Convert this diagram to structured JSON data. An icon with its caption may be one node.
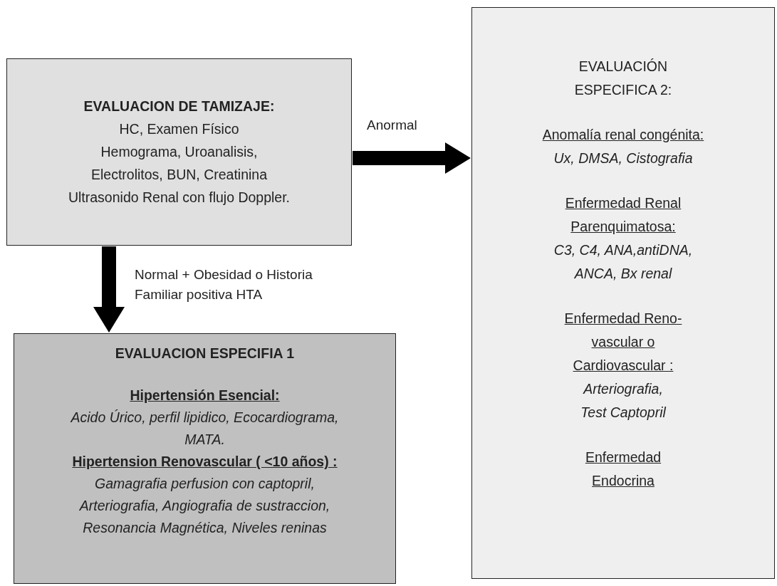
{
  "diagram": {
    "nodes": [
      {
        "text": [
          "EVALUACION DE TAMIZAJE:",
          "HC, Examen Físico",
          "Hemograma, Uroanalisis,",
          "Electrolitos, BUN, Creatinina",
          "Ultrasonido Renal con flujo Doppler."
        ]
      },
      {
        "text": [
          "EVALUACION ESPECIFIA 1",
          "Hipertensión Esencial:",
          "Acido Úrico, perfil lipidico, Ecocardiograma, MATA.",
          "Hipertension Renovascular ( <10 años) :",
          "Gamagrafia perfusion con captopril, Arteriografia, Angiografia de sustraccion, Resonancia Magnética, Niveles reninas"
        ]
      },
      {
        "text": [
          "EVALUACIÓN ESPECIFICA 2:",
          "Anomalía renal congénita:",
          "Ux, DMSA, Cistografia",
          "Enfermedad Renal Parenquimatosa:",
          "C3, C4, ANA,antiDNA, ANCA, Bx renal",
          "Enfermedad Reno-vascular o Cardiovascular :",
          "Arteriografia, Test Captopril",
          "Enfermedad Endocrina"
        ]
      }
    ],
    "edges": [
      {
        "from": 0,
        "to": 2,
        "arrow": "to",
        "label": "Anormal"
      },
      {
        "from": 0,
        "to": 1,
        "arrow": "to",
        "label": "Normal + Obesidad o Historia Familiar positiva HTA"
      }
    ]
  }
}
